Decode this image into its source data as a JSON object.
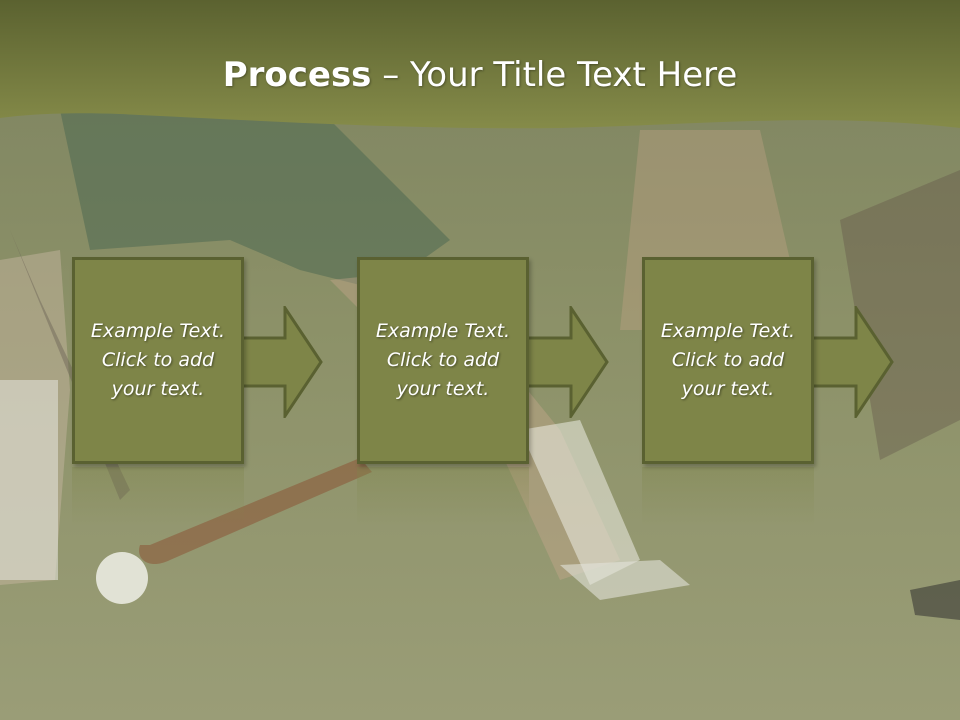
{
  "slide": {
    "title_bold": "Process",
    "title_rest": " – Your Title Text Here",
    "steps": [
      {
        "text": "Example Text.\nClick  to add\nyour text."
      },
      {
        "text": "Example Text.\nClick  to add\nyour text."
      },
      {
        "text": "Example Text.\nClick  to add\nyour text."
      }
    ]
  },
  "colors": {
    "header_band": "#7c8142",
    "box_fill": "#7e8548",
    "box_border": "#5a6131",
    "field_grass": "#8f9566"
  }
}
